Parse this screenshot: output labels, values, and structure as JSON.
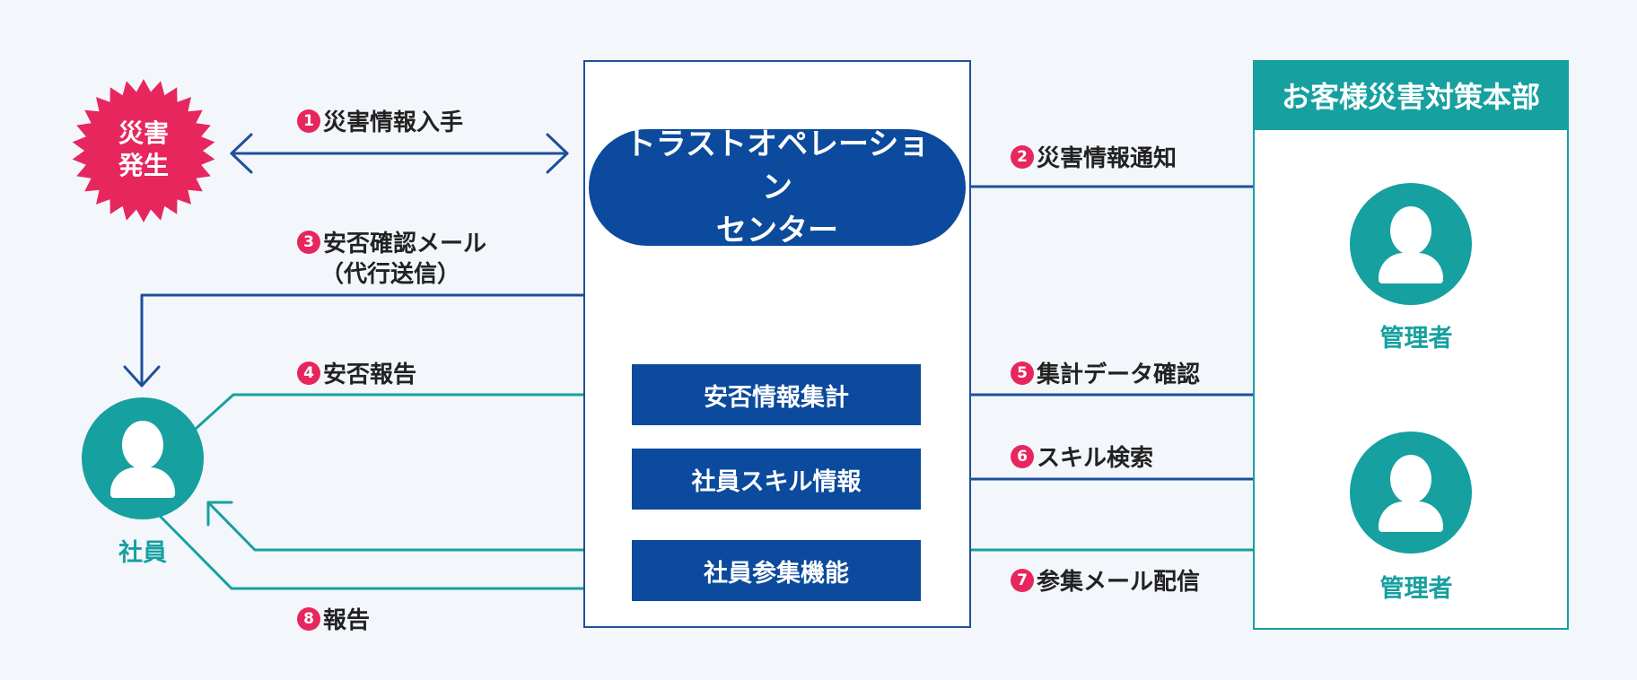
{
  "disaster": {
    "line1": "災害",
    "line2": "発生",
    "color": "#e8265e"
  },
  "center": {
    "pill_line1": "トラストオペレーション",
    "pill_line2": "センター",
    "functions": [
      "安否情報集計",
      "社員スキル情報",
      "社員参集機能"
    ]
  },
  "customer_hq": {
    "title": "お客様災害対策本部",
    "managers": [
      "管理者",
      "管理者"
    ]
  },
  "employee": {
    "label": "社員"
  },
  "steps": [
    {
      "num": "1",
      "label": "災害情報入手"
    },
    {
      "num": "2",
      "label": "災害情報通知"
    },
    {
      "num": "3",
      "label": "安否確認メール",
      "sub": "（代行送信）"
    },
    {
      "num": "4",
      "label": "安否報告"
    },
    {
      "num": "5",
      "label": "集計データ確認"
    },
    {
      "num": "6",
      "label": "スキル検索"
    },
    {
      "num": "7",
      "label": "参集メール配信"
    },
    {
      "num": "8",
      "label": "報告"
    }
  ],
  "colors": {
    "navy": "#0b4a9c",
    "teal": "#16a0a0",
    "accent": "#e8265e",
    "background": "#f3f7fb"
  },
  "icons": [
    "person-icon",
    "starburst-icon",
    "step-number-badge"
  ]
}
